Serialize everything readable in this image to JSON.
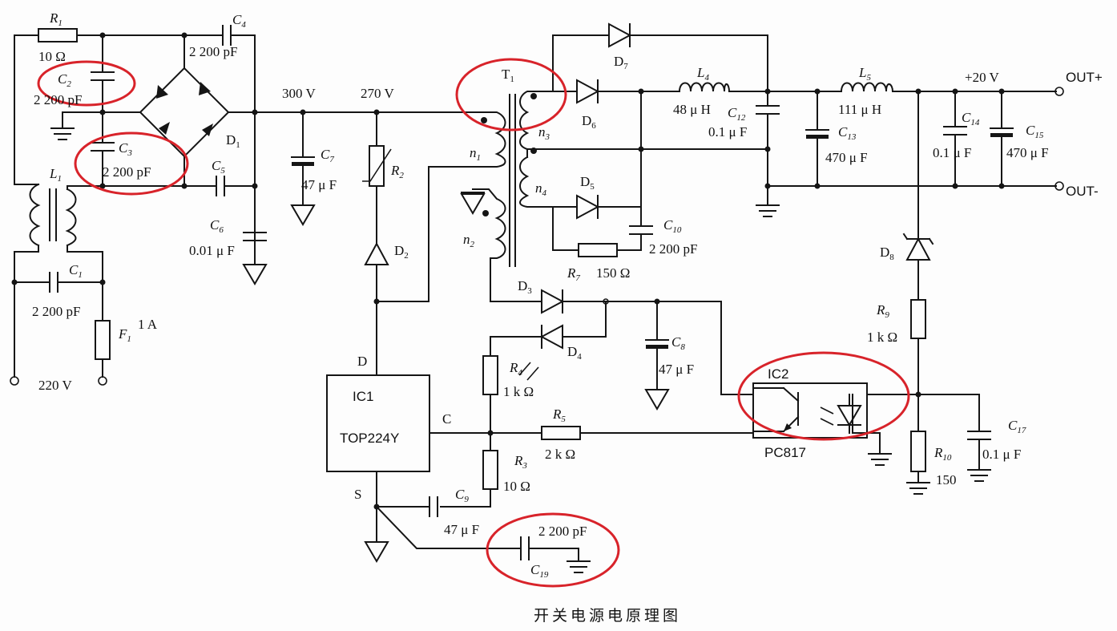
{
  "caption": "开关电源电原理图",
  "components": {
    "R1": {
      "ref": "R",
      "sub": "1",
      "value": "10  Ω"
    },
    "C2": {
      "ref": "C",
      "sub": "2",
      "value": "2 200 pF"
    },
    "C3": {
      "ref": "C",
      "sub": "3",
      "value": "2 200 pF"
    },
    "C4": {
      "ref": "C",
      "sub": "4",
      "value": "2 200 pF"
    },
    "C5": {
      "ref": "C",
      "sub": "5"
    },
    "C6": {
      "ref": "C",
      "sub": "6",
      "value": "0.01  μ F"
    },
    "D1": {
      "ref": "D",
      "sub": "1"
    },
    "L1": {
      "ref": "L",
      "sub": "1"
    },
    "C1": {
      "ref": "C",
      "sub": "1",
      "value": "2 200 pF"
    },
    "F1": {
      "ref": "F",
      "sub": "1",
      "value": "1 A"
    },
    "input": "220 V",
    "C7": {
      "ref": "C",
      "sub": "7",
      "value": "47  μ F"
    },
    "R2": {
      "ref": "R",
      "sub": "2"
    },
    "D2": {
      "ref": "D",
      "sub": "2"
    },
    "T1": {
      "ref": "T",
      "sub": "1"
    },
    "n1": {
      "ref": "n",
      "sub": "1"
    },
    "n2": {
      "ref": "n",
      "sub": "2"
    },
    "n3": {
      "ref": "n",
      "sub": "3"
    },
    "n4": {
      "ref": "n",
      "sub": "4"
    },
    "D7": {
      "ref": "D",
      "sub": "7"
    },
    "D6": {
      "ref": "D",
      "sub": "6"
    },
    "D5": {
      "ref": "D",
      "sub": "5"
    },
    "L4": {
      "ref": "L",
      "sub": "4",
      "value": "48  μ H"
    },
    "C12": {
      "ref": "C",
      "sub": "12",
      "value": "0.1  μ F"
    },
    "C10": {
      "ref": "C",
      "sub": "10",
      "value": "2 200 pF"
    },
    "R7": {
      "ref": "R",
      "sub": "7",
      "value": "150  Ω"
    },
    "L5": {
      "ref": "L",
      "sub": "5",
      "value": "111  μ H"
    },
    "C13": {
      "ref": "C",
      "sub": "13",
      "value": "470  μ F"
    },
    "C14": {
      "ref": "C",
      "sub": "14",
      "value": "0.1  μ F"
    },
    "C15": {
      "ref": "C",
      "sub": "15",
      "value": "470  μ F"
    },
    "out_voltage": "+20 V",
    "out_plus": "OUT+",
    "out_minus": "OUT-",
    "D8": {
      "ref": "D",
      "sub": "8"
    },
    "R9": {
      "ref": "R",
      "sub": "9",
      "value": "1 k Ω"
    },
    "R10": {
      "ref": "R",
      "sub": "10",
      "value": "150"
    },
    "C17": {
      "ref": "C",
      "sub": "17",
      "value": "0.1  μ F"
    },
    "IC2": {
      "name": "IC2",
      "part": "PC817"
    },
    "IC1": {
      "name": "IC1",
      "part": "TOP224Y",
      "pin_d": "D",
      "pin_c": "C",
      "pin_s": "S"
    },
    "D3": {
      "ref": "D",
      "sub": "3"
    },
    "D4": {
      "ref": "D",
      "sub": "4"
    },
    "C8": {
      "ref": "C",
      "sub": "8",
      "value": "47 μ F"
    },
    "R4": {
      "ref": "R",
      "sub": "4",
      "value": "1 k Ω"
    },
    "R5": {
      "ref": "R",
      "sub": "5",
      "value": "2 k Ω"
    },
    "R3": {
      "ref": "R",
      "sub": "3",
      "value": "10  Ω"
    },
    "C9": {
      "ref": "C",
      "sub": "9",
      "value": "47  μ F"
    },
    "C19": {
      "ref": "C",
      "sub": "19",
      "value": "2 200 pF"
    },
    "v300": "300 V",
    "v270": "270 V"
  },
  "annotations": {
    "highlight_color": "#d8232a"
  }
}
